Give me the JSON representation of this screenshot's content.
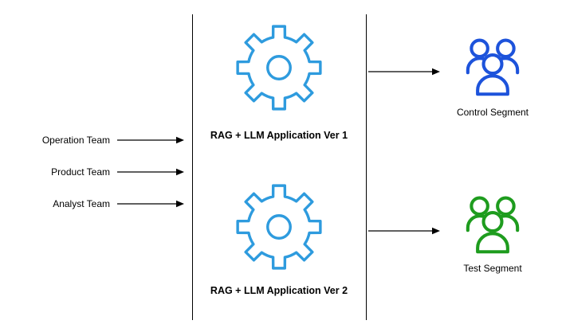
{
  "colors": {
    "gear": "#2E9BDE",
    "control": "#1D53DB",
    "test": "#1E9C1E",
    "arrow": "#000000"
  },
  "inputs": {
    "items": [
      {
        "label": "Operation Team"
      },
      {
        "label": "Product Team"
      },
      {
        "label": "Analyst Team"
      }
    ]
  },
  "apps": {
    "items": [
      {
        "label": "RAG + LLM Application Ver 1"
      },
      {
        "label": "RAG + LLM Application Ver 2"
      }
    ]
  },
  "segments": {
    "items": [
      {
        "label": "Control Segment"
      },
      {
        "label": "Test Segment"
      }
    ]
  }
}
